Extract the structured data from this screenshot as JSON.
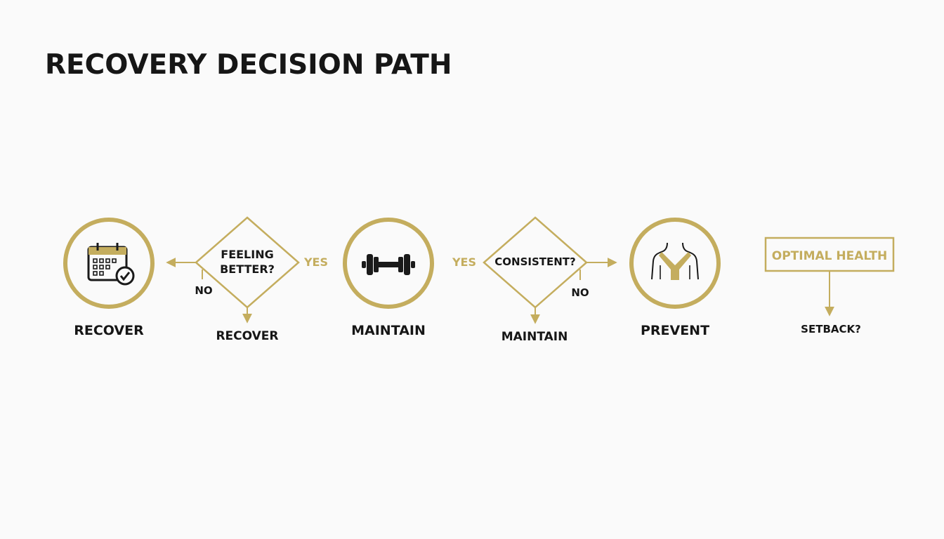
{
  "title": "RECOVERY DECISION PATH",
  "colors": {
    "gold": "#c4ad5e",
    "text": "#161616",
    "background": "#fafafa"
  },
  "stages": [
    {
      "label": "RECOVER",
      "icon": "calendar-check-icon"
    },
    {
      "label": "MAINTAIN",
      "icon": "dumbbell-icon"
    },
    {
      "label": "PREVENT",
      "icon": "torso-brace-icon"
    }
  ],
  "decisions": [
    {
      "line1": "FEELING",
      "line2": "BETTER?",
      "yes": "YES",
      "no": "NO",
      "below": "RECOVER"
    },
    {
      "text": "CONSISTENT?",
      "yes": "YES",
      "no": "NO",
      "below": "MAINTAIN"
    }
  ],
  "outcome": {
    "label": "OPTIMAL HEALTH",
    "below": "SETBACK?"
  }
}
